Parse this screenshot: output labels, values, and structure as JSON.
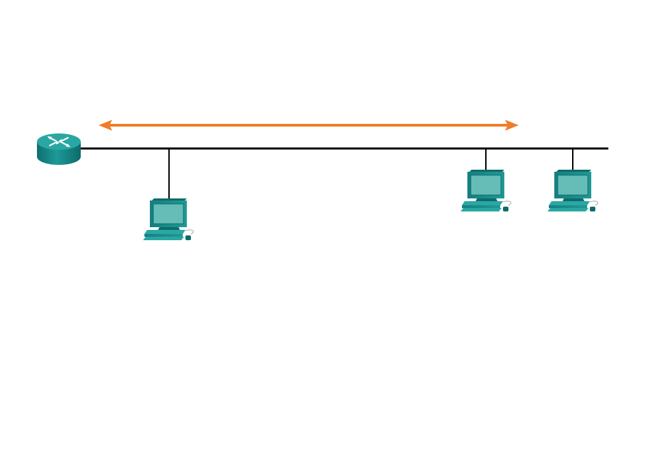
{
  "diagram": {
    "type": "network-topology",
    "medium": "shared-bus",
    "devices": [
      {
        "kind": "router",
        "icon": "router-icon"
      },
      {
        "kind": "pc",
        "icon": "pc-icon"
      },
      {
        "kind": "pc",
        "icon": "pc-icon"
      },
      {
        "kind": "pc",
        "icon": "pc-icon"
      }
    ],
    "arrow": {
      "direction": "bidirectional"
    },
    "colors": {
      "background": "#ffffff",
      "bus_line": "#000000",
      "arrow": "#ee7d2b",
      "device_teal": "#1b8f8f",
      "device_teal_dark": "#0d6b6b",
      "device_teal_light": "#2aa7a3",
      "screen": "#66bdb8"
    }
  }
}
